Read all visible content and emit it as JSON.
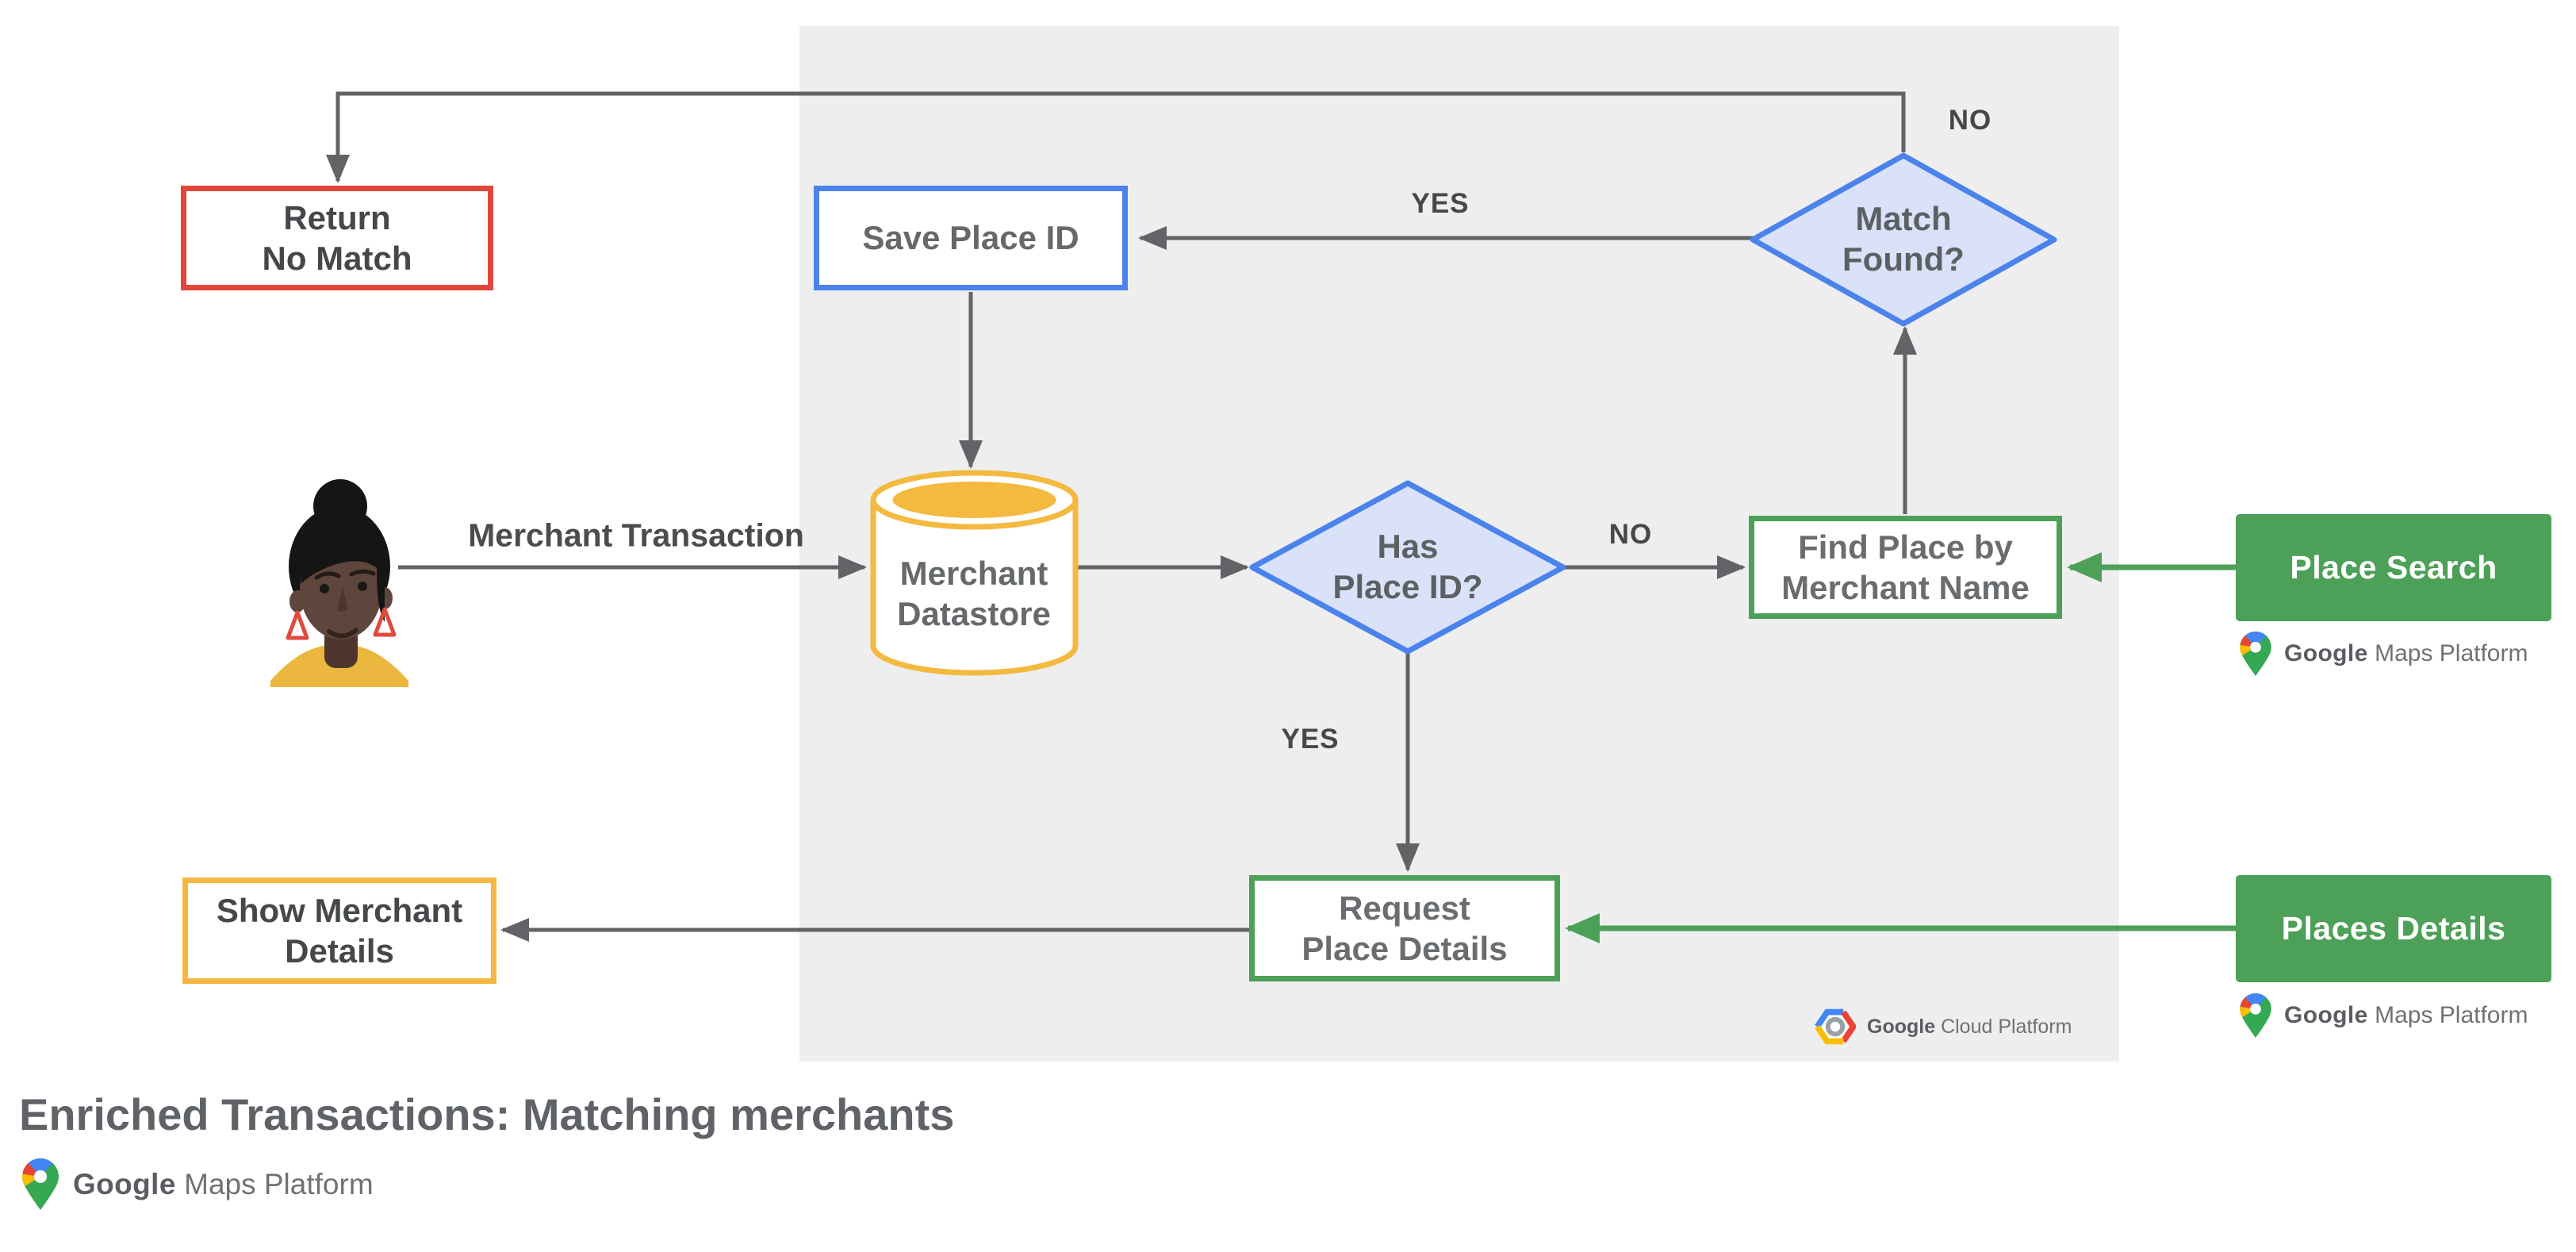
{
  "title": "Enriched Transactions: Matching merchants",
  "nodes": {
    "return_no_match": "Return\nNo Match",
    "save_place_id": "Save Place ID",
    "match_found": "Match\nFound?",
    "merchant_datastore": "Merchant\nDatastore",
    "has_place_id": "Has\nPlace ID?",
    "find_place_by_merchant_name": "Find Place by\nMerchant Name",
    "request_place_details": "Request\nPlace Details",
    "show_merchant_details": "Show Merchant\nDetails",
    "place_search": "Place Search",
    "places_details": "Places Details"
  },
  "edge_labels": {
    "match_found_no": "NO",
    "match_found_yes": "YES",
    "has_place_id_no": "NO",
    "has_place_id_yes": "YES"
  },
  "flow_label": "Merchant Transaction",
  "logos": {
    "google_maps_platform": {
      "brand": "Google",
      "product": "Maps Platform"
    },
    "google_cloud_platform": {
      "brand": "Google",
      "product": "Cloud Platform"
    }
  },
  "colors": {
    "panel_bg": "#eeeeee",
    "arrow_gray": "#616366",
    "blue_border": "#4c82ec",
    "blue_fill": "#d9e2f9",
    "red": "#e1483b",
    "yellow": "#f3b843",
    "green": "#4ca057",
    "text_gray": "#616161",
    "google_blue": "#4285f4",
    "google_red": "#ea4335",
    "google_yellow": "#fbbc04",
    "google_green": "#34a853"
  }
}
